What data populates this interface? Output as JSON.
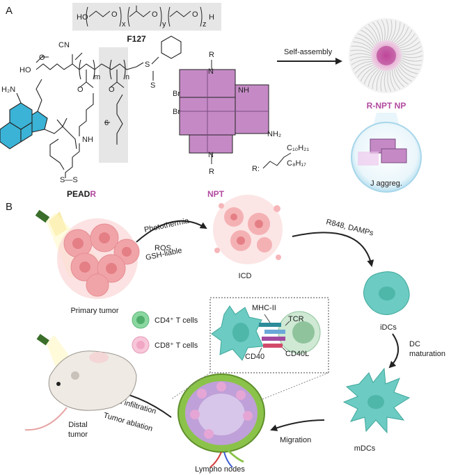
{
  "panels": {
    "a": "A",
    "b": "B"
  },
  "f127": {
    "label": "F127",
    "x": "x",
    "y": "y",
    "z": "z",
    "ho": "HO",
    "h": "H"
  },
  "peadr": {
    "main": "PEAD",
    "suffix": "R",
    "m": "m",
    "n": "n",
    "six": "6",
    "cn": "CN",
    "ho": "HO",
    "h2n": "H₂N",
    "nh": "NH",
    "ss": "S—S"
  },
  "npt": {
    "label": "NPT",
    "r_top": "R",
    "r_bottom": "R",
    "br1": "Br",
    "br2": "Br",
    "nh": "NH",
    "n1": "N",
    "n2": "N",
    "nh2": "NH₂",
    "r_def": "R:",
    "c10": "C₁₀H₂₁",
    "c8": "C₈H₁₇"
  },
  "self_assembly": "Self-assembly",
  "nanoparticle": "R-NPT NP",
  "j_aggreg": "J aggreg.",
  "flow": {
    "photothermia": "Photothermia",
    "ros": "ROS",
    "gsh": "GSH-liable",
    "icd": "ICD",
    "r848": "R848, DAMPs",
    "idcs": "iDCs",
    "dc_maturation_1": "DC",
    "dc_maturation_2": "maturation",
    "mdcs": "mDCs",
    "migration": "Migration",
    "lympho": "Lympho nodes",
    "t_infil": "T cell infiltration",
    "tumor_abl": "Tumor ablation",
    "distal_1": "Distal",
    "distal_2": "tumor",
    "primary": "Primary tumor"
  },
  "legend": {
    "cd4": "CD4⁺ T cells",
    "cd8": "CD8⁺ T cells"
  },
  "synapse": {
    "mhc": "MHC-II",
    "tcr": "TCR",
    "cd40l": "CD40L",
    "cd40": "CD40"
  },
  "colors": {
    "quinoline": "#3bb3d6",
    "npt": "#c58ac6",
    "dc": "#6ccbc2",
    "tumor": "#f1a4a8",
    "arrow": "#222222"
  }
}
